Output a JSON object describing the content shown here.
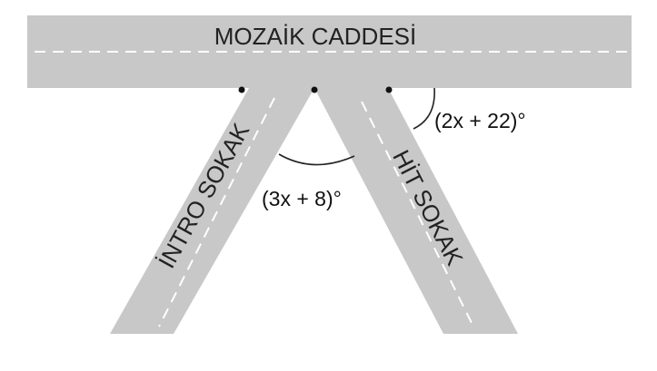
{
  "roads": {
    "main": "MOZAİK CADDESİ",
    "left": "İNTRO SOKAK",
    "right": "HİT SOKAK"
  },
  "angles": {
    "inner": "(3x + 8)°",
    "outer": "(2x + 22)°"
  },
  "colors": {
    "road": "#c8c8c8",
    "lane_marking": "#ffffff",
    "ink": "#111111"
  }
}
